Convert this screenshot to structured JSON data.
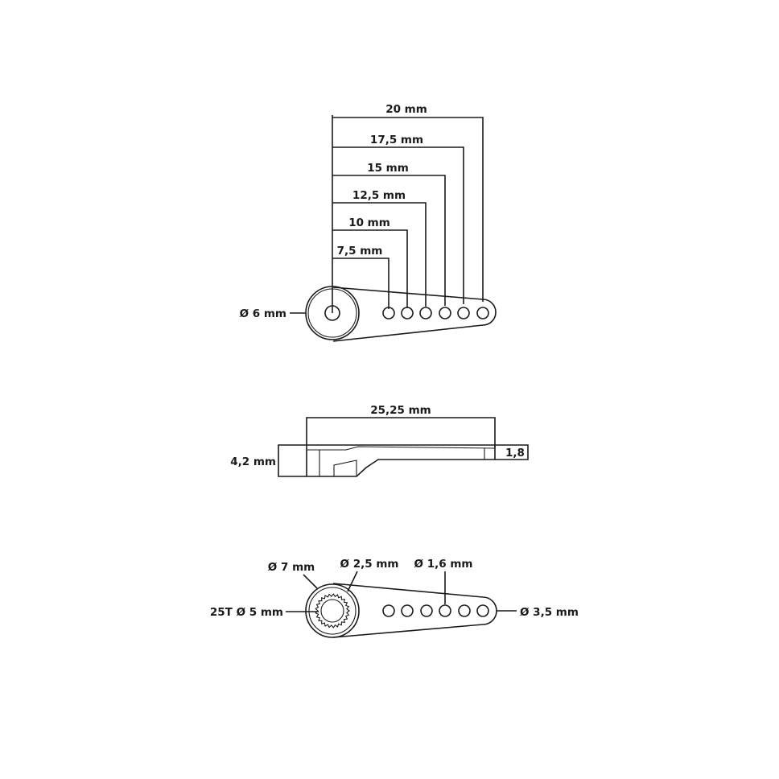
{
  "top_view": {
    "hole_dimensions": [
      {
        "label": "20 mm"
      },
      {
        "label": "17,5 mm"
      },
      {
        "label": "15 mm"
      },
      {
        "label": "12,5 mm"
      },
      {
        "label": "10 mm"
      },
      {
        "label": "7,5 mm"
      }
    ],
    "hub_diameter_label": "Ø 6 mm"
  },
  "side_view": {
    "length_label": "25,25 mm",
    "height_label": "4,2 mm",
    "arm_thickness_label": "1,8"
  },
  "bottom_view": {
    "hub_outer_label": "Ø 7 mm",
    "screw_hole_label": "Ø 2,5 mm",
    "arm_hole_label": "Ø 1,6 mm",
    "spline_label": "25T Ø 5 mm",
    "arm_end_label": "Ø 3,5 mm"
  }
}
